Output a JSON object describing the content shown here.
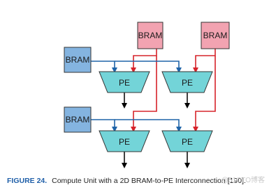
{
  "diagram": {
    "bram_label": "BRAM",
    "pe_label": "PE",
    "colors": {
      "bram_red_fill": "#f2a3b1",
      "bram_blue_fill": "#84b4e0",
      "pe_fill": "#73d4d8",
      "red_wire": "#d6232a",
      "blue_wire": "#1f64a8",
      "black_wire": "#000000"
    }
  },
  "caption": {
    "figure_number": "FIGURE 24.",
    "text": "Compute Unit with a 2D BRAM-to-PE Interconnection [190]."
  },
  "watermark": {
    "text": "@51CTO博客"
  }
}
